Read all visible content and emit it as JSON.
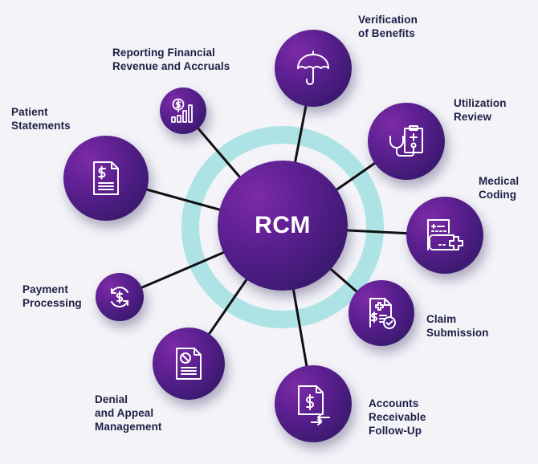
{
  "center": {
    "label": "RCM",
    "color": "#4a1d85",
    "ring_color": "#aee3e6"
  },
  "colors": {
    "background": "#f3f3f8",
    "node_fill": "#4b1d87",
    "node_highlight": "#7c2ba6",
    "connector": "#111111",
    "label_text": "#1c1f45",
    "icon_stroke": "#ffffff"
  },
  "nodes": [
    {
      "id": "verification-of-benefits",
      "label": "Verification\nof Benefits",
      "icon": "umbrella-icon"
    },
    {
      "id": "utilization-review",
      "label": "Utilization\nReview",
      "icon": "stethoscope-clipboard-icon"
    },
    {
      "id": "medical-coding",
      "label": "Medical\nCoding",
      "icon": "medical-record-icon"
    },
    {
      "id": "claim-submission",
      "label": "Claim\nSubmission",
      "icon": "claim-check-icon"
    },
    {
      "id": "accounts-receivable-follow-up",
      "label": "Accounts\nReceivable\nFollow-Up",
      "icon": "invoice-arrows-icon"
    },
    {
      "id": "denial-and-appeal-management",
      "label": "Denial\nand Appeal\nManagement",
      "icon": "denied-document-icon"
    },
    {
      "id": "payment-processing",
      "label": "Payment\nProcessing",
      "icon": "dollar-cycle-icon"
    },
    {
      "id": "patient-statements",
      "label": "Patient\nStatements",
      "icon": "dollar-document-icon"
    },
    {
      "id": "reporting-financial-revenue-and-accruals",
      "label": "Reporting Financial\nRevenue and Accruals",
      "icon": "dollar-bar-chart-icon"
    }
  ]
}
